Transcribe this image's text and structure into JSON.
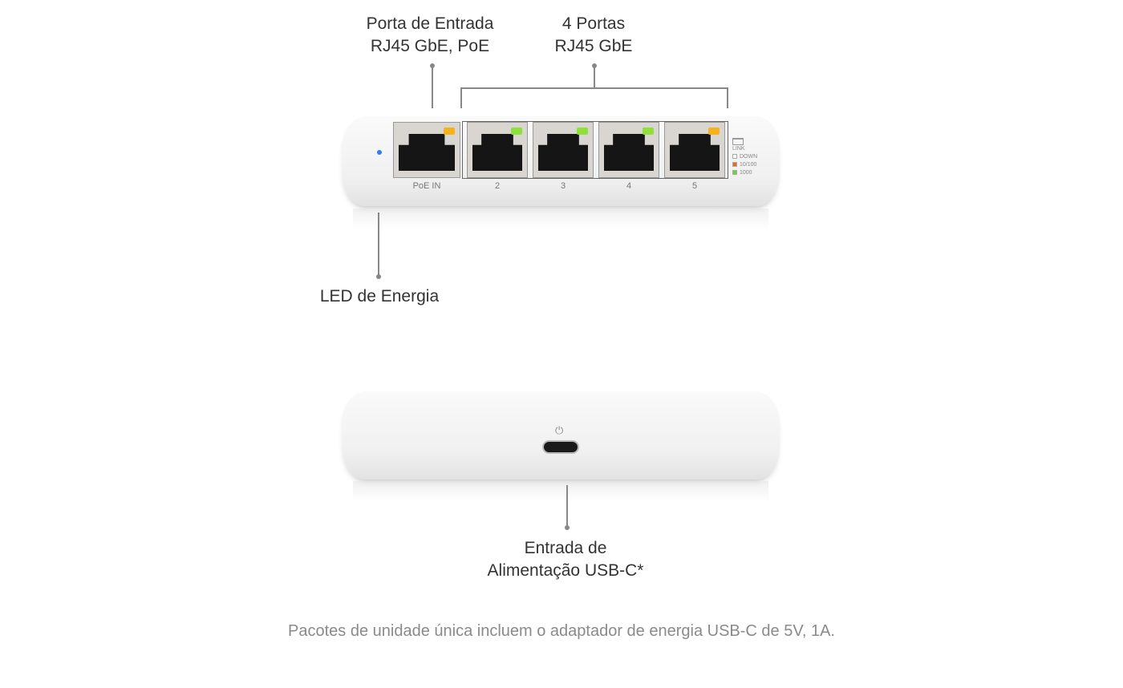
{
  "callouts": {
    "uplink": {
      "line1": "Porta de Entrada",
      "line2": "RJ45 GbE, PoE"
    },
    "ports": {
      "line1": "4 Portas",
      "line2": "RJ45 GbE"
    },
    "led": {
      "label": "LED de Energia"
    },
    "power": {
      "line1": "Entrada de",
      "line2": "Alimentação USB-C*"
    }
  },
  "device": {
    "ports": [
      {
        "label": "PoE IN",
        "led_color": "#f5b21c"
      },
      {
        "label": "2",
        "led_color": "#8fe03a"
      },
      {
        "label": "3",
        "led_color": "#8fe03a"
      },
      {
        "label": "4",
        "led_color": "#8fe03a"
      },
      {
        "label": "5",
        "led_color": "#f5b21c"
      }
    ],
    "legend": {
      "title": "LINK",
      "items": [
        {
          "label": "DOWN",
          "color": "#ffffff"
        },
        {
          "label": "10/100",
          "color": "#f26a10"
        },
        {
          "label": "1000",
          "color": "#6bd33d"
        }
      ]
    },
    "power_led_color": "#2f7cf6"
  },
  "footnote": "Pacotes de unidade única incluem o adaptador de energia USB-C de 5V, 1A."
}
